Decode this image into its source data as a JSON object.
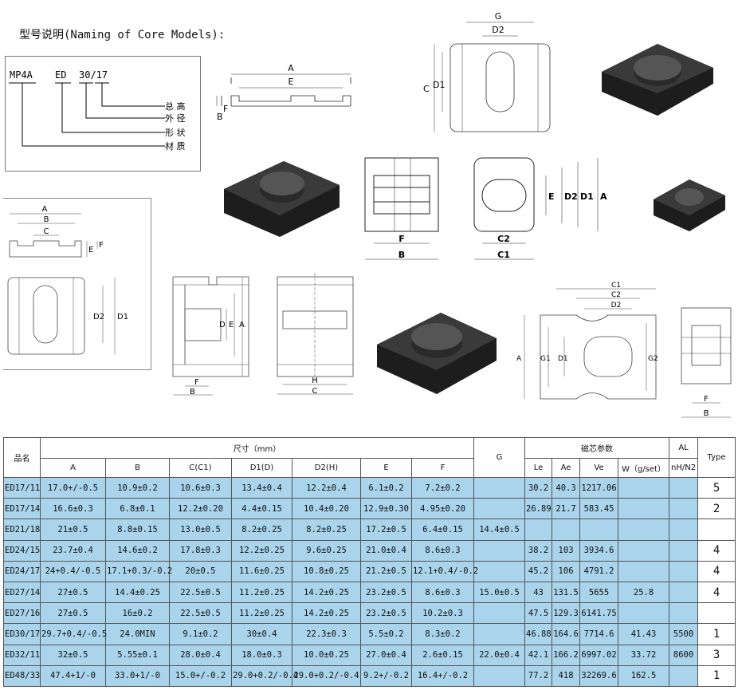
{
  "naming": {
    "title": "型号说明(Naming of Core Models):",
    "code_parts": [
      "MP4A",
      "ED",
      "30/17"
    ],
    "legend": [
      "总 高",
      "外 径",
      "形 状",
      "材 质"
    ]
  },
  "drawing_labels": {
    "d1": {
      "a": "A",
      "e": "E",
      "b": "B",
      "f": "F"
    },
    "d2": {
      "g": "G",
      "d2": "D2",
      "c": "C",
      "d1": "D1"
    },
    "d3": {
      "f": "F",
      "b": "B",
      "e": "E",
      "d2": "D2",
      "d1": "D1",
      "a": "A",
      "c2": "C2",
      "c1": "C1"
    },
    "d4": {
      "a": "A",
      "b": "B",
      "c": "C",
      "e": "E",
      "f": "F",
      "d2": "D2",
      "d1": "D1"
    },
    "d5": {
      "d": "D",
      "e": "E",
      "a": "A",
      "f": "F",
      "b": "B"
    },
    "d6": {
      "h": "H",
      "c": "C"
    },
    "d7": {
      "c1": "C1",
      "c2": "C2",
      "d2": "D2",
      "a": "A",
      "g1": "G1",
      "d1": "D1",
      "g2": "G2"
    },
    "d8": {
      "f": "F",
      "b": "B"
    }
  },
  "table": {
    "header_name": "品名",
    "header_size": "尺寸（mm）",
    "header_params": "磁芯参数",
    "header_al": "AL",
    "header_type": "Type",
    "sub_headers": [
      "A",
      "B",
      "C(C1)",
      "D1(D)",
      "D2(H)",
      "E",
      "F",
      "G",
      "Le",
      "Ae",
      "Ve",
      "W（g/set）",
      "nH/N2"
    ],
    "rows": [
      [
        "ED17/11",
        "17.0+/-0.5",
        "10.9±0.2",
        "10.6±0.3",
        "13.4±0.4",
        "12.2±0.4",
        "6.1±0.2",
        "7.2±0.2",
        "",
        "30.2",
        "40.3",
        "1217.06",
        "",
        "",
        "5"
      ],
      [
        "ED17/14",
        "16.6±0.3",
        "6.8±0.1",
        "12.2±0.20",
        "4.4±0.15",
        "10.4±0.20",
        "12.9±0.30",
        "4.95±0.20",
        "",
        "26.89",
        "21.7",
        "583.45",
        "",
        "",
        "2"
      ],
      [
        "ED21/18",
        "21±0.5",
        "8.8±0.15",
        "13.0±0.5",
        "8.2±0.25",
        "8.2±0.25",
        "17.2±0.5",
        "6.4±0.15",
        "14.4±0.5",
        "",
        "",
        "",
        "",
        "",
        ""
      ],
      [
        "ED24/15",
        "23.7±0.4",
        "14.6±0.2",
        "17.8±0.3",
        "12.2±0.25",
        "9.6±0.25",
        "21.0±0.4",
        "8.6±0.3",
        "",
        "38.2",
        "103",
        "3934.6",
        "",
        "",
        "4"
      ],
      [
        "ED24/17",
        "24+0.4/-0.5",
        "17.1+0.3/-0.2",
        "20±0.5",
        "11.6±0.25",
        "10.8±0.25",
        "21.2±0.5",
        "12.1+0.4/-0.2",
        "",
        "45.2",
        "106",
        "4791.2",
        "",
        "",
        "4"
      ],
      [
        "ED27/14",
        "27±0.5",
        "14.4±0.25",
        "22.5±0.5",
        "11.2±0.25",
        "14.2±0.25",
        "23.2±0.5",
        "8.6±0.3",
        "15.0±0.5",
        "43",
        "131.5",
        "5655",
        "25.8",
        "",
        "4"
      ],
      [
        "ED27/16",
        "27±0.5",
        "16±0.2",
        "22.5±0.5",
        "11.2±0.25",
        "14.2±0.25",
        "23.2±0.5",
        "10.2±0.3",
        "",
        "47.5",
        "129.3",
        "6141.75",
        "",
        "",
        ""
      ],
      [
        "ED30/17",
        "29.7+0.4/-0.5",
        "24.0MIN",
        "9.1±0.2",
        "30±0.4",
        "22.3±0.3",
        "5.5±0.2",
        "8.3±0.2",
        "",
        "46.88",
        "164.6",
        "7714.6",
        "41.43",
        "5500",
        "1"
      ],
      [
        "ED32/11",
        "32±0.5",
        "5.55±0.1",
        "28.0±0.4",
        "18.0±0.3",
        "10.0±0.25",
        "27.0±0.4",
        "2.6±0.15",
        "22.0±0.4",
        "42.1",
        "166.2",
        "6997.02",
        "33.72",
        "8600",
        "3"
      ],
      [
        "ED48/33",
        "47.4+1/-0",
        "33.0+1/-0",
        "15.0+/-0.2",
        "29.0+0.2/-0.4",
        "29.0+0.2/-0.4",
        "9.2+/-0.2",
        "16.4+/-0.2",
        "",
        "77.2",
        "418",
        "32269.6",
        "162.5",
        "",
        "1"
      ]
    ]
  }
}
